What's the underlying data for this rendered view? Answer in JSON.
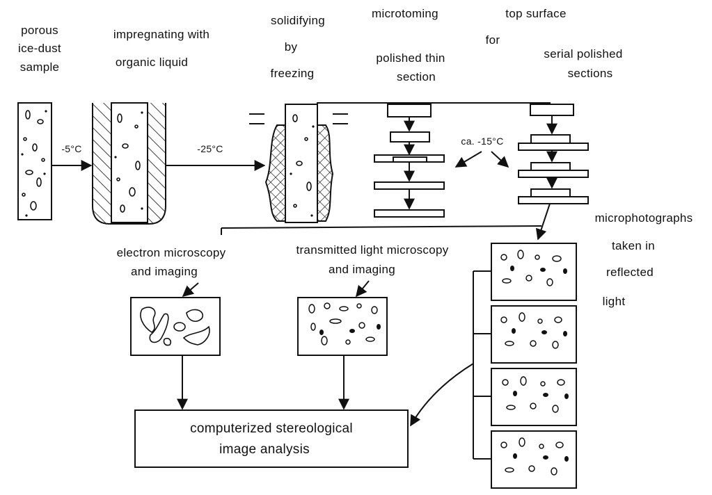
{
  "labels": {
    "porous": "porous",
    "ice_dust": "ice-dust",
    "sample": "sample",
    "impregnating": "impregnating with",
    "organic_liquid": "organic liquid",
    "solidifying": "solidifying",
    "by": "by",
    "freezing": "freezing",
    "microtoming": "microtoming",
    "top_surface": "top surface",
    "for": "for",
    "polished_thin": "polished thin",
    "section": "section",
    "serial_polished": "serial polished",
    "sections": "sections",
    "temp_minus5": "-5°C",
    "temp_minus25": "-25°C",
    "temp_ca15": "ca. -15°C",
    "electron": "electron microscopy",
    "and_imaging_1": "and imaging",
    "transmitted": "transmitted light microscopy",
    "and_imaging_2": "and imaging",
    "microphotographs": "microphotographs",
    "taken_in": "taken in",
    "reflected": "reflected",
    "light": "light",
    "analysis_line1": "computerized stereological",
    "analysis_line2": "image analysis"
  },
  "colors": {
    "ink": "#111111",
    "background": "#ffffff"
  }
}
